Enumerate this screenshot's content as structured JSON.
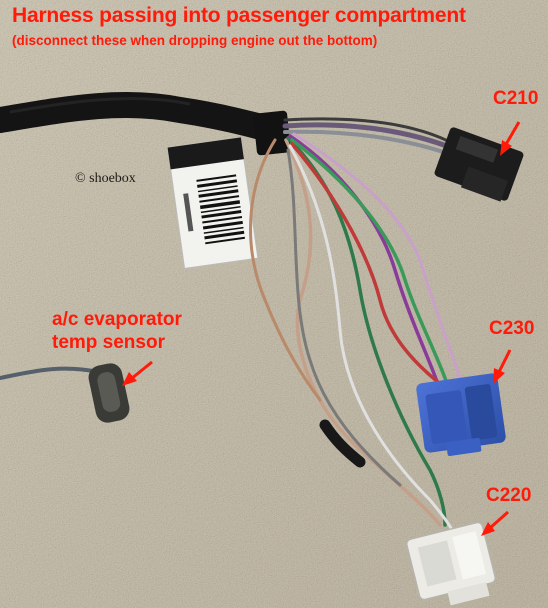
{
  "title": "Harness passing into passenger compartment",
  "subtitle": "(disconnect these when dropping engine out the bottom)",
  "labels": {
    "c210": "C210",
    "c230": "C230",
    "c220": "C220",
    "sensor_line1": "a/c evaporator",
    "sensor_line2": "temp sensor"
  },
  "credit": "© shoebox",
  "colors": {
    "label_red": "#ff1a0a",
    "concrete": "#cfc6b3",
    "harness_tape": "#151515",
    "connector_blue": "#3c62c8",
    "connector_white": "#eeeeea"
  }
}
